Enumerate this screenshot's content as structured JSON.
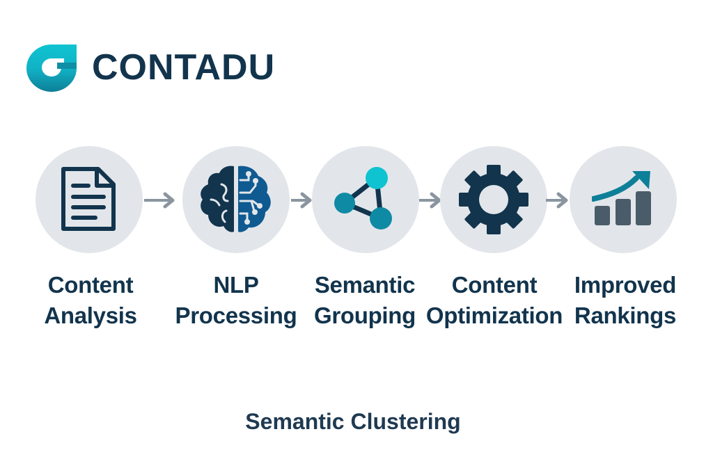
{
  "brand": {
    "name": "CONTADU",
    "logo_icon": "contadu-logo-icon",
    "colors": {
      "primary_dark": "#12344d",
      "teal_light": "#10c3d1",
      "teal_dark": "#0e7f98",
      "brain_blue": "#0f5a91",
      "bars": "#4a5b69",
      "circle_bg": "#e2e6ea",
      "arrow": "#8a959f"
    }
  },
  "steps": [
    {
      "icon": "document-icon",
      "line1": "Content",
      "line2": "Analysis"
    },
    {
      "icon": "brain-circuit-icon",
      "line1": "NLP",
      "line2": "Processing"
    },
    {
      "icon": "network-nodes-icon",
      "line1": "Semantic",
      "line2": "Grouping"
    },
    {
      "icon": "gear-icon",
      "line1": "Content",
      "line2": "Optimization"
    },
    {
      "icon": "growth-chart-icon",
      "line1": "Improved",
      "line2": "Rankings"
    }
  ],
  "arrows": [
    {
      "icon": "arrow-right-icon"
    },
    {
      "icon": "arrow-right-icon"
    },
    {
      "icon": "arrow-right-icon"
    },
    {
      "icon": "arrow-right-icon"
    }
  ],
  "caption": "Semantic Clustering"
}
